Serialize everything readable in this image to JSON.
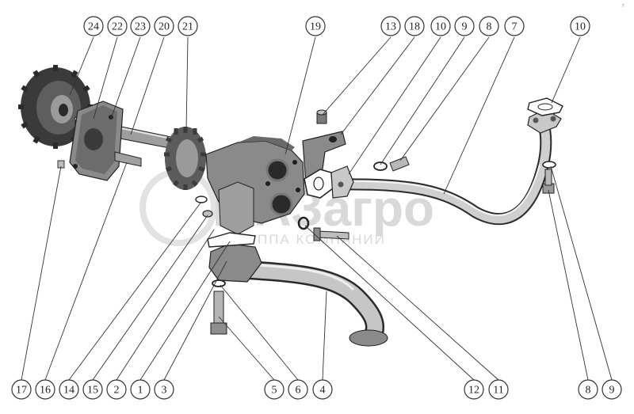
{
  "watermark": {
    "brand": "МАЗагро",
    "tagline": "ГРУППА КОМПАНИЙ",
    "corner_mark": "r"
  },
  "callouts": [
    {
      "label": "24"
    },
    {
      "label": "22"
    },
    {
      "label": "23"
    },
    {
      "label": "20"
    },
    {
      "label": "21"
    },
    {
      "label": "19"
    },
    {
      "label": "13"
    },
    {
      "label": "18"
    },
    {
      "label": "10"
    },
    {
      "label": "9"
    },
    {
      "label": "8"
    },
    {
      "label": "7"
    },
    {
      "label": "10"
    },
    {
      "label": "17"
    },
    {
      "label": "16"
    },
    {
      "label": "14"
    },
    {
      "label": "15"
    },
    {
      "label": "2"
    },
    {
      "label": "1"
    },
    {
      "label": "3"
    },
    {
      "label": "5"
    },
    {
      "label": "6"
    },
    {
      "label": "4"
    },
    {
      "label": "12"
    },
    {
      "label": "11"
    },
    {
      "label": "8"
    },
    {
      "label": "9"
    }
  ],
  "colors": {
    "metal_dark": "#4a4a4a",
    "metal_mid": "#8a8a8a",
    "metal_light": "#c8c8c8",
    "line": "#333333",
    "watermark": "#d9d9d9"
  }
}
